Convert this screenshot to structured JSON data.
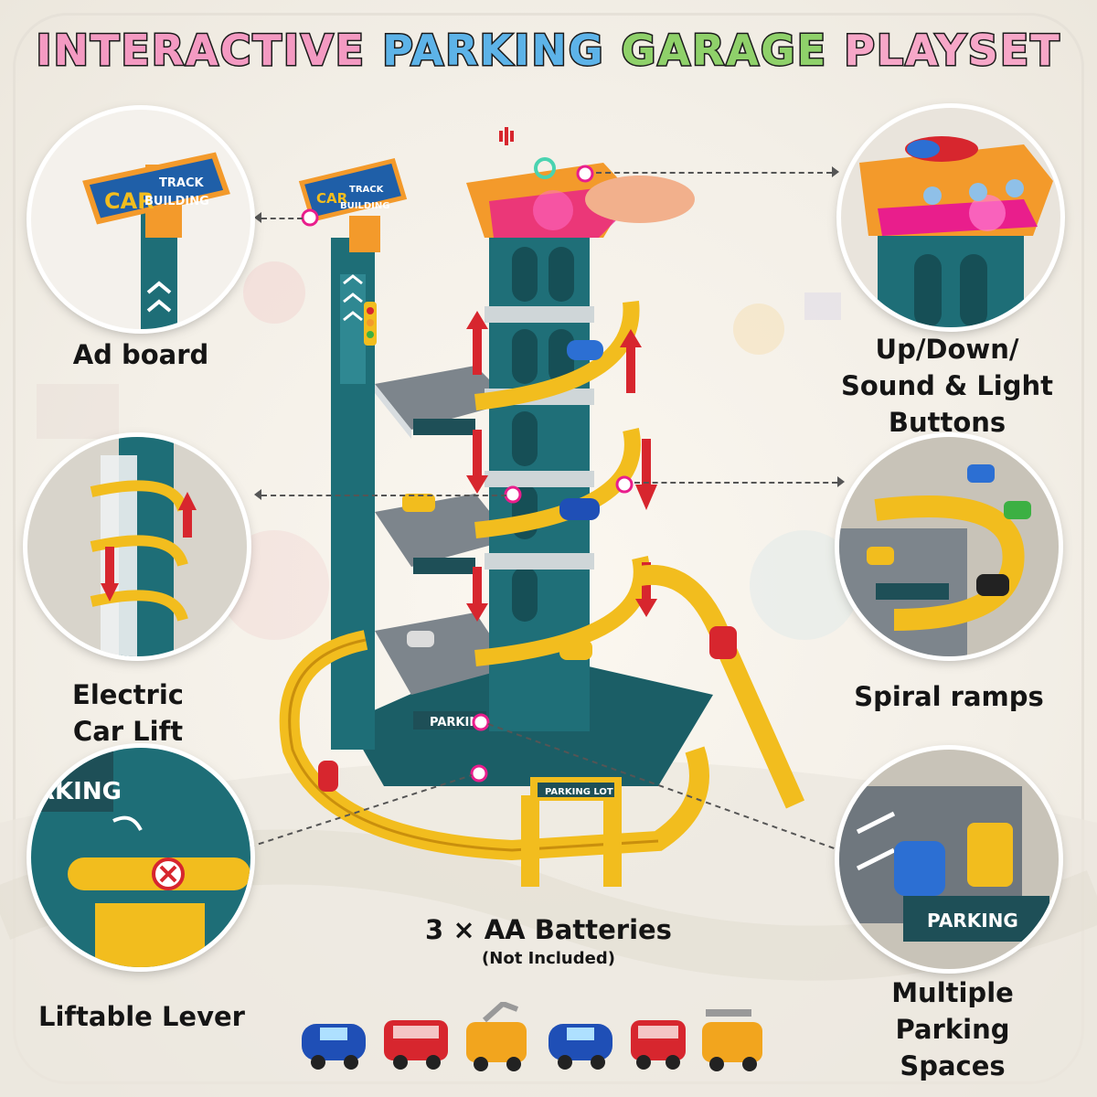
{
  "title": {
    "word1": "INTERACTIVE",
    "word2": "PARKING",
    "word3": "GARAGE",
    "word4": "PLAYSET"
  },
  "features": {
    "ad_board": "Ad board",
    "buttons": "Up/Down/\nSound & Light\nButtons",
    "lift": "Electric\nCar Lift",
    "ramps": "Spiral ramps",
    "lever": "Liftable Lever",
    "parking": "Multiple\nParking\nSpaces"
  },
  "signs": {
    "car_track_1": "CAR",
    "car_track_2": "TRACK",
    "car_track_3": "BUILDING",
    "parking": "PARKING",
    "parking_lot": "PARKING LOT",
    "parking_short": "RKING"
  },
  "batteries": {
    "main": "3 × AA Batteries",
    "note": "(Not Included)"
  },
  "colors": {
    "teal": "#1e6e77",
    "yellow": "#f2bd1e",
    "orange": "#f39a2b",
    "arrow_red": "#d7262e",
    "magenta": "#e91e8c"
  },
  "cars": [
    "blue",
    "red",
    "yellow-excavator",
    "blue",
    "red",
    "yellow-crane"
  ]
}
